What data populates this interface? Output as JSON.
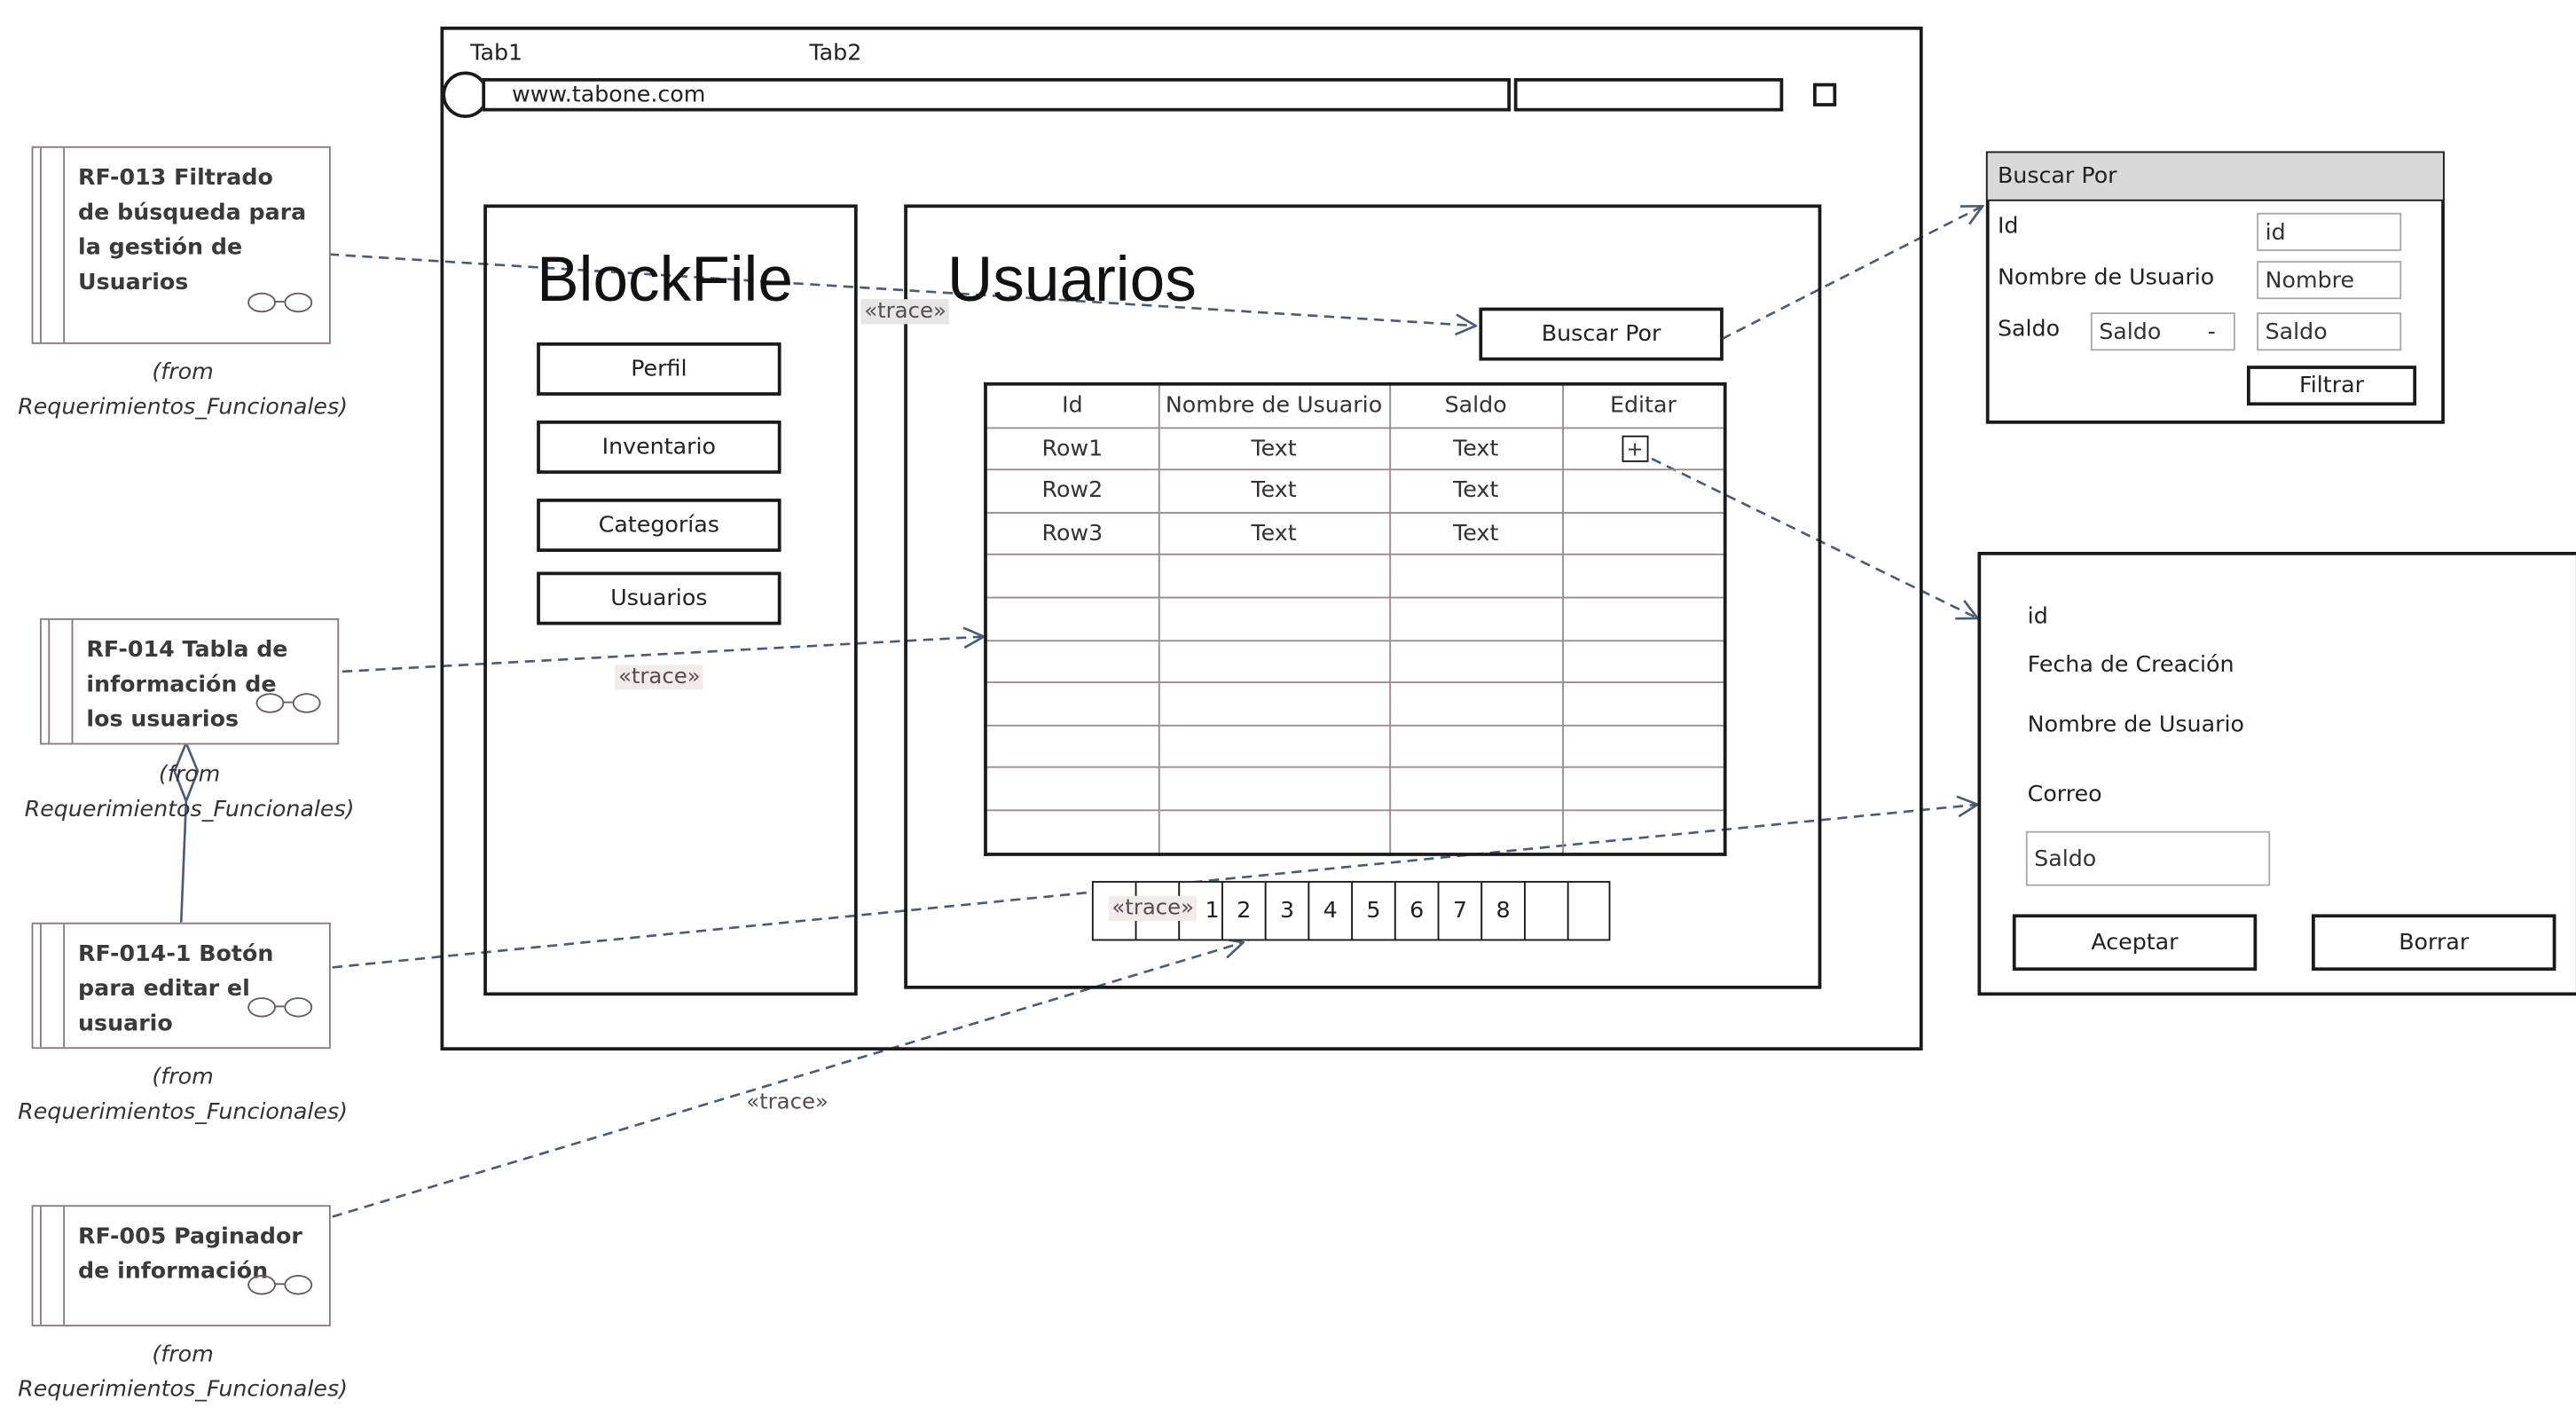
{
  "browser": {
    "tab1": "Tab1",
    "tab2": "Tab2",
    "url": "www.tabone.com"
  },
  "sidebar": {
    "title": "BlockFile",
    "items": [
      {
        "label": "Perfil"
      },
      {
        "label": "Inventario"
      },
      {
        "label": "Categorías"
      },
      {
        "label": "Usuarios"
      }
    ]
  },
  "main": {
    "title": "Usuarios",
    "search_button": "Buscar Por",
    "table": {
      "headers": [
        "Id",
        "Nombre de Usuario",
        "Saldo",
        "Editar"
      ],
      "rows": [
        [
          "Row1",
          "Text",
          "Text",
          "+"
        ],
        [
          "Row2",
          "Text",
          "Text",
          ""
        ],
        [
          "Row3",
          "Text",
          "Text",
          ""
        ]
      ]
    },
    "pager": [
      "1",
      "2",
      "3",
      "4",
      "5",
      "6",
      "7",
      "8"
    ]
  },
  "filter_panel": {
    "title": "Buscar Por",
    "id_label": "Id",
    "id_placeholder": "id",
    "name_label": "Nombre de Usuario",
    "name_placeholder": "Nombre",
    "saldo_label": "Saldo",
    "saldo_from_placeholder": "Saldo",
    "saldo_sep": "-",
    "saldo_to_placeholder": "Saldo",
    "filter_button": "Filtrar"
  },
  "edit_panel": {
    "id_label": "id",
    "date_label": "Fecha de Creación",
    "name_label": "Nombre de Usuario",
    "email_label": "Correo",
    "saldo_placeholder": "Saldo",
    "accept_button": "Aceptar",
    "delete_button": "Borrar"
  },
  "requirements": [
    {
      "label": "RF-013 Filtrado\nde búsqueda para\nla gestión de\nUsuarios",
      "from": "(from\nRequerimientos_Funcionales)"
    },
    {
      "label": "RF-014 Tabla de\ninformación de\nlos usuarios",
      "from": "(from\nRequerimientos_Funcionales)"
    },
    {
      "label": "RF-014-1 Botón\npara editar el\nusuario",
      "from": "(from\nRequerimientos_Funcionales)"
    },
    {
      "label": "RF-005 Paginador\nde información",
      "from": "(from\nRequerimientos_Funcionales)"
    }
  ],
  "trace_label": "«trace»",
  "colors": {
    "connector": "#4a5a78",
    "requirement_border": "#8e7a7a",
    "panel_header": "#d9d9d9"
  }
}
